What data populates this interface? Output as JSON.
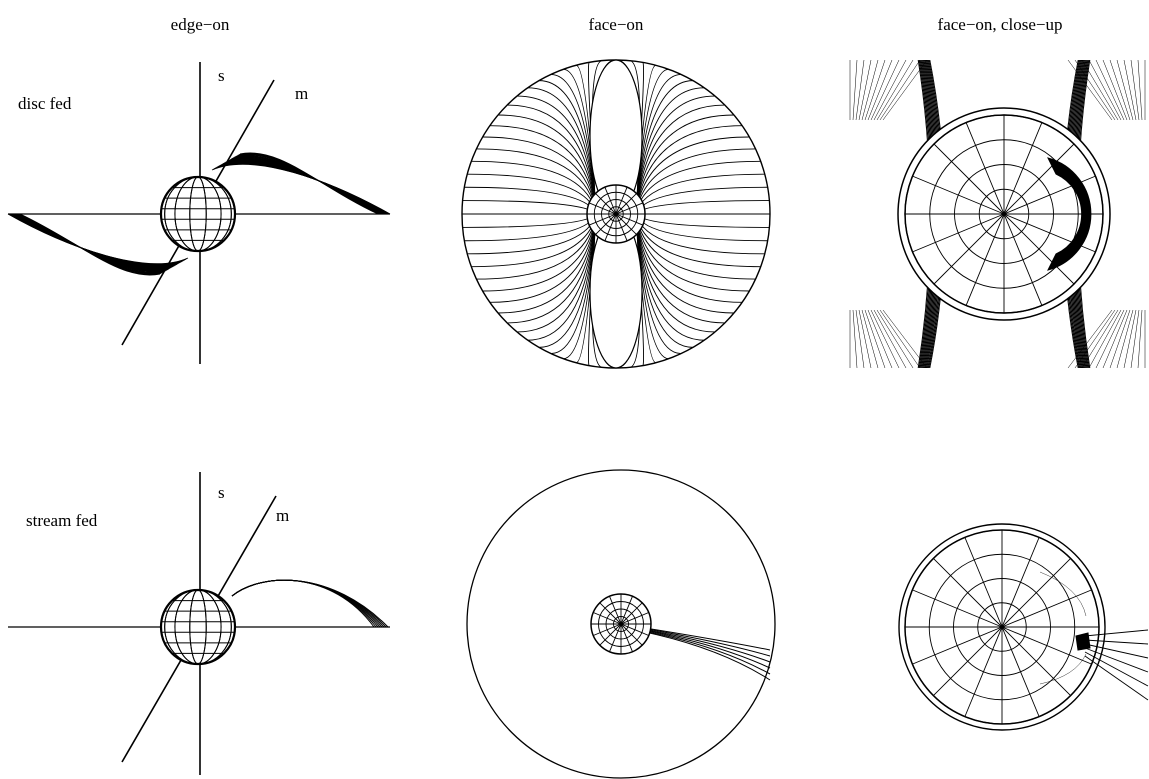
{
  "columns": {
    "edge_on": "edge−on",
    "face_on": "face−on",
    "closeup": "face−on, close−up"
  },
  "rows": {
    "disc": "disc fed",
    "stream": "stream fed"
  },
  "axes": {
    "spin": "s",
    "magnetic": "m"
  },
  "colors": {
    "ink": "#000000",
    "background": "#ffffff"
  }
}
